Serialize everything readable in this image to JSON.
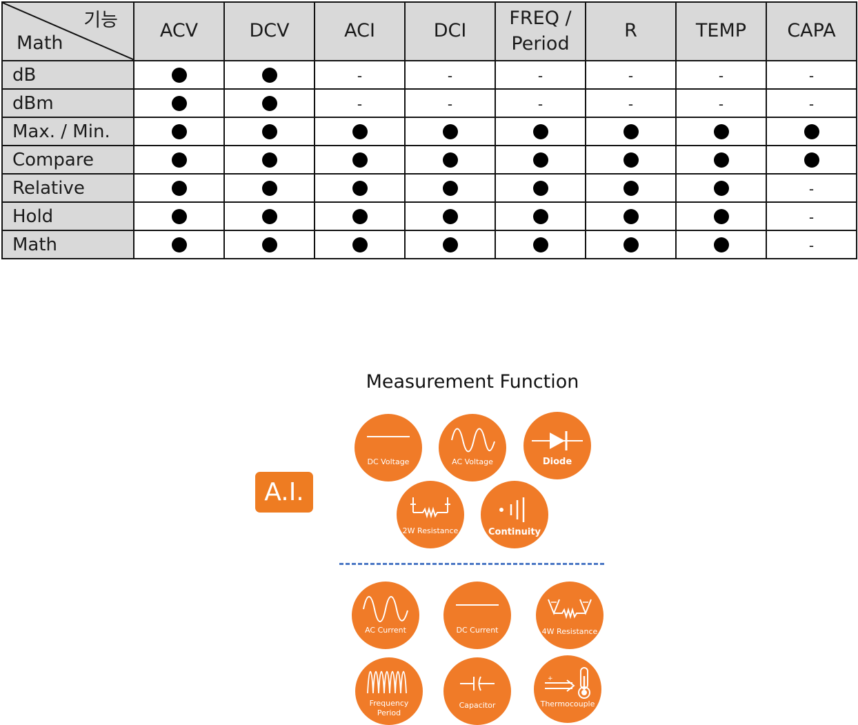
{
  "table": {
    "corner": {
      "top": "기능",
      "bottom": "Math"
    },
    "columns": [
      "ACV",
      "DCV",
      "ACI",
      "DCI",
      "FREQ /\nPeriod",
      "R",
      "TEMP",
      "CAPA"
    ],
    "rows": [
      {
        "label": "dB",
        "cells": [
          "●",
          "●",
          "-",
          "-",
          "-",
          "-",
          "-",
          "-"
        ]
      },
      {
        "label": "dBm",
        "cells": [
          "●",
          "●",
          "-",
          "-",
          "-",
          "-",
          "-",
          "-"
        ]
      },
      {
        "label": "Max. / Min.",
        "cells": [
          "●",
          "●",
          "●",
          "●",
          "●",
          "●",
          "●",
          "●"
        ]
      },
      {
        "label": "Compare",
        "cells": [
          "●",
          "●",
          "●",
          "●",
          "●",
          "●",
          "●",
          "●"
        ]
      },
      {
        "label": "Relative",
        "cells": [
          "●",
          "●",
          "●",
          "●",
          "●",
          "●",
          "●",
          "-"
        ]
      },
      {
        "label": "Hold",
        "cells": [
          "●",
          "●",
          "●",
          "●",
          "●",
          "●",
          "●",
          "-"
        ]
      },
      {
        "label": "Math",
        "cells": [
          "●",
          "●",
          "●",
          "●",
          "●",
          "●",
          "●",
          "-"
        ]
      }
    ]
  },
  "measurement": {
    "title": "Measurement Function",
    "badge": "A.I.",
    "colors": {
      "circle": "#f07b28",
      "badge": "#ee7c22",
      "divider": "#4a76c4"
    },
    "functions_top": [
      {
        "label": "DC Voltage",
        "icon": "dc-line-icon"
      },
      {
        "label": "AC Voltage",
        "icon": "sine-wave-icon"
      },
      {
        "label": "Diode",
        "icon": "diode-icon"
      },
      {
        "label": "2W Resistance",
        "icon": "two-wire-resistor-icon"
      },
      {
        "label": "Continuity",
        "icon": "continuity-icon"
      }
    ],
    "functions_bottom": [
      {
        "label": "AC Current",
        "icon": "sine-wave-icon"
      },
      {
        "label": "DC Current",
        "icon": "dc-line-icon"
      },
      {
        "label": "4W Resistance",
        "icon": "four-wire-resistor-icon"
      },
      {
        "label": "Frequency\nPeriod",
        "icon": "frequency-wave-icon"
      },
      {
        "label": "Capacitor",
        "icon": "capacitor-icon"
      },
      {
        "label": "Thermocouple",
        "icon": "thermometer-icon"
      }
    ]
  }
}
